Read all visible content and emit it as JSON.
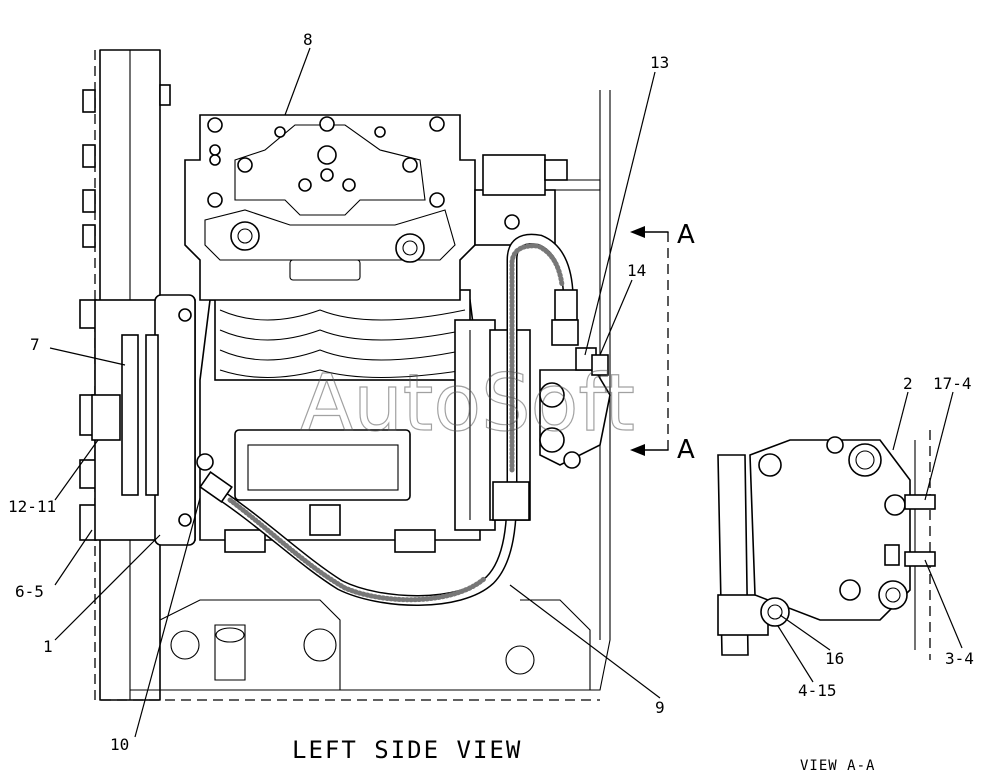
{
  "diagram": {
    "main_view_label": "LEFT SIDE VIEW",
    "detail_view_label": "VIEW A-A",
    "section_marker_top": "A",
    "section_marker_bottom": "A",
    "watermark": "AutoSoft",
    "callouts": {
      "c1": "1",
      "c2": "2",
      "c3_4": "3-4",
      "c4_15": "4-15",
      "c6_5": "6-5",
      "c7": "7",
      "c8": "8",
      "c9": "9",
      "c10": "10",
      "c12_11": "12-11",
      "c13": "13",
      "c14": "14",
      "c16": "16",
      "c17_4": "17-4"
    }
  }
}
